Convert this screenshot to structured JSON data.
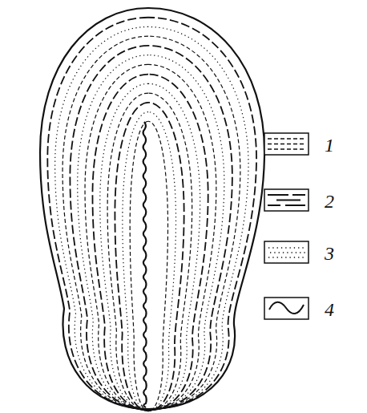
{
  "diagram": {
    "legend": [
      {
        "text": "1"
      },
      {
        "text": "2"
      },
      {
        "text": "3"
      },
      {
        "text": "4"
      }
    ]
  }
}
